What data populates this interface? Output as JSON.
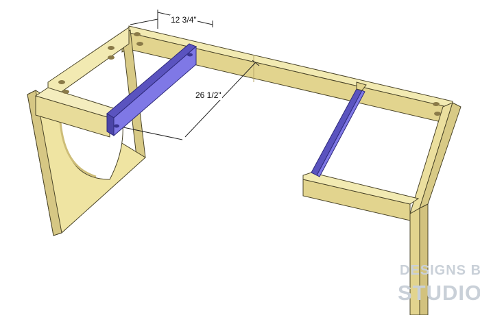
{
  "dimensions": {
    "brace_length": "12 3/4\"",
    "brace_spacing": "26 1/2\""
  },
  "watermark": {
    "line1": "DESIGNS BY",
    "line2": "STUDIO C"
  },
  "colors": {
    "wood_light": "#efe6a6",
    "wood_mid": "#e2d48e",
    "wood_dark": "#cdbd78",
    "edge": "#4a4428",
    "brace_face": "#7f78e6",
    "brace_side": "#5a53bf",
    "watermark": "#c9d0d8"
  }
}
